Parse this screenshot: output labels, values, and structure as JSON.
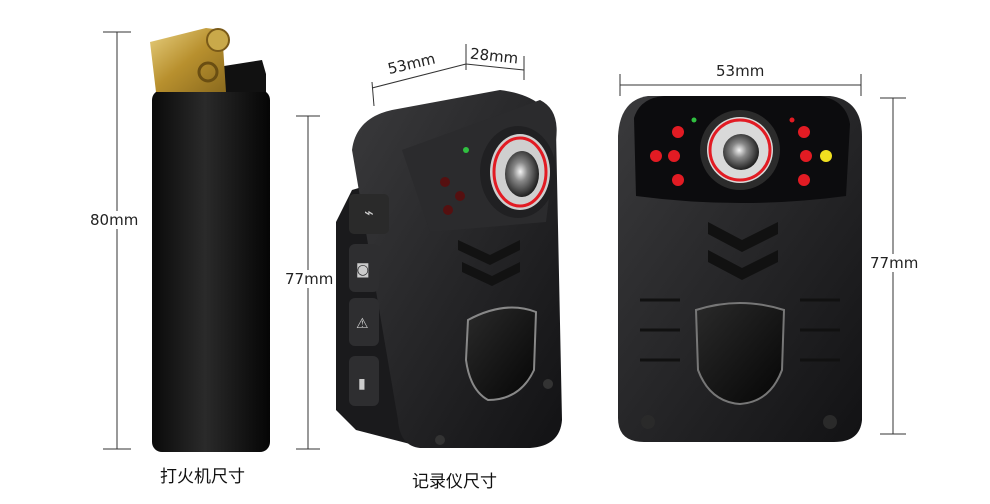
{
  "dimensions": {
    "lighter_height": "80mm",
    "side_height": "77mm",
    "side_width": "53mm",
    "side_depth": "28mm",
    "front_width": "53mm",
    "front_height": "77mm"
  },
  "captions": {
    "lighter": "打火机尺寸",
    "recorder": "记录仪尺寸"
  },
  "colors": {
    "body": "#1c1c1e",
    "ir_led": "#e21b23",
    "indicator_yellow": "#f0e020",
    "indicator_green": "#30c040",
    "lighter_cap": "#c9a94a"
  }
}
